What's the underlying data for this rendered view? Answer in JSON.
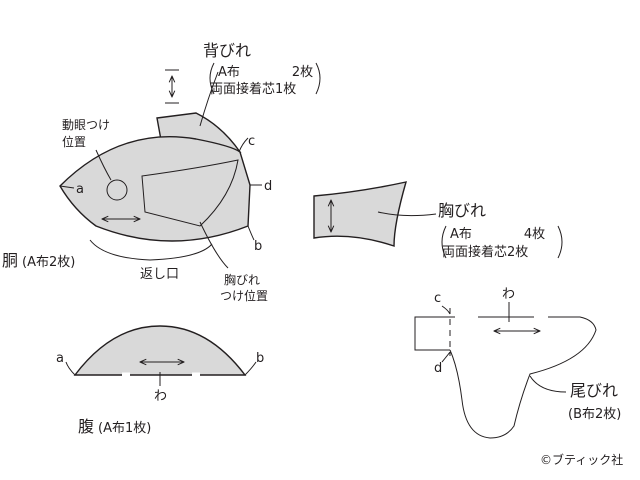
{
  "pieces": {
    "dorsal": {
      "name": "背びれ",
      "detail_1": "A布　　　　2枚",
      "detail_2": "両面接着芯1枚"
    },
    "body": {
      "name": "胴",
      "detail": "(A布2枚)",
      "eye_label_1": "動眼つけ",
      "eye_label_2": "位置",
      "opening_label": "返し口",
      "pectoral_pos_1": "胸びれ",
      "pectoral_pos_2": "つけ位置"
    },
    "pectoral": {
      "name": "胸びれ",
      "detail_1": "A布　　　　4枚",
      "detail_2": "両面接着芯2枚"
    },
    "belly": {
      "name": "腹",
      "detail": "(A布1枚)",
      "fold_mark": "わ"
    },
    "tail": {
      "name": "尾びれ",
      "detail": "(B布2枚)",
      "fold_mark": "わ"
    }
  },
  "points": {
    "a": "a",
    "b": "b",
    "c": "c",
    "d": "d"
  },
  "credit": "©ブティック社"
}
